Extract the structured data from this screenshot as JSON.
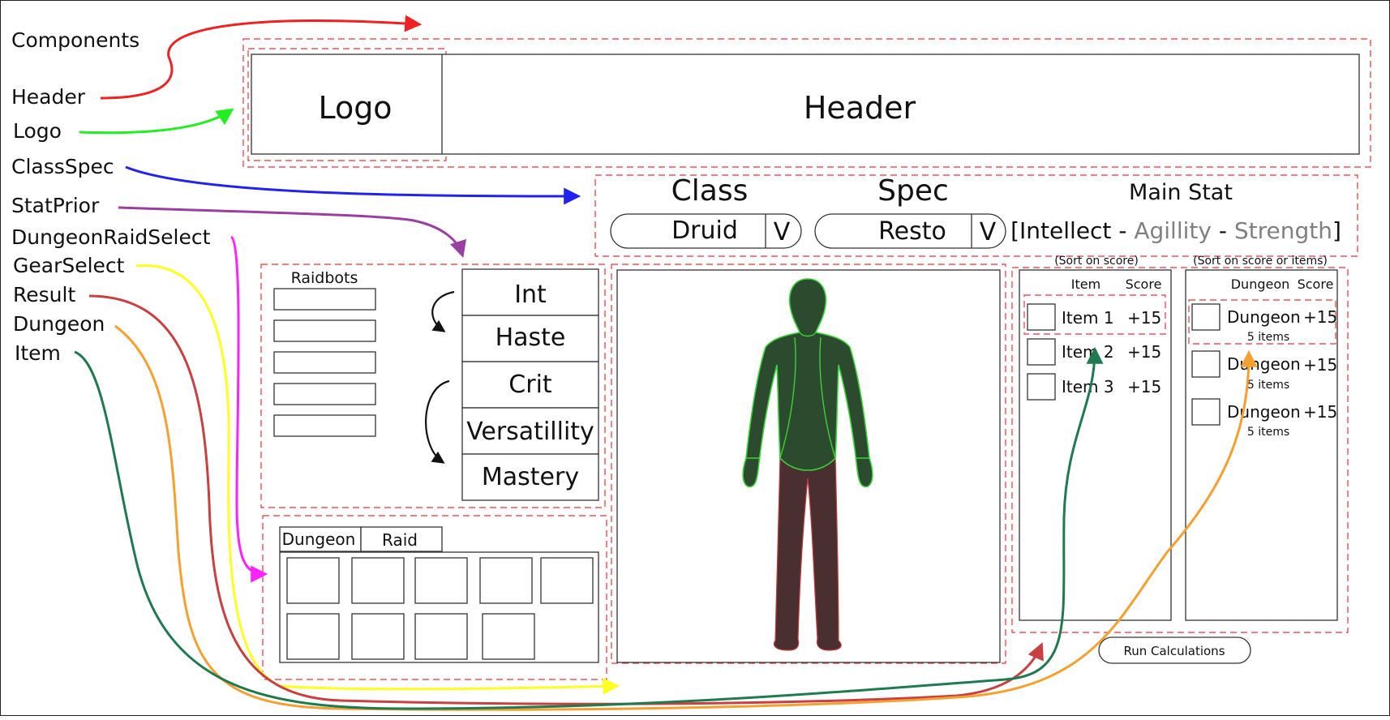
{
  "labels": {
    "components": "Components",
    "items": [
      {
        "text": "Header",
        "color": "#ee2222"
      },
      {
        "text": "Logo",
        "color": "#22ee22"
      },
      {
        "text": "ClassSpec",
        "color": "#2222ee"
      },
      {
        "text": "StatPrior",
        "color": "#9a3fa0"
      },
      {
        "text": "DungeonRaidSelect",
        "color": "#ff22ff"
      },
      {
        "text": "GearSelect",
        "color": "#ffff22"
      },
      {
        "text": "Result",
        "color": "#c84040"
      },
      {
        "text": "Dungeon",
        "color": "#f5a030"
      },
      {
        "text": "Item",
        "color": "#1f7a4f"
      }
    ]
  },
  "header": {
    "logo": "Logo",
    "title": "Header"
  },
  "class_spec": {
    "class_heading": "Class",
    "class_value": "Druid",
    "spec_heading": "Spec",
    "spec_value": "Resto",
    "dropdown_glyph": "V",
    "main_stat_heading": "Main Stat",
    "main_stat": {
      "open": "[",
      "primary": "Intellect",
      "sep": " - ",
      "second": "Agillity",
      "third": "Strength",
      "close": "]"
    }
  },
  "stat_priority": {
    "raidbots_label": "Raidbots",
    "stats": [
      "Int",
      "Haste",
      "Crit",
      "Versatillity",
      "Mastery"
    ]
  },
  "dungeon_raid": {
    "tabs": [
      "Dungeon",
      "Raid"
    ]
  },
  "item_result": {
    "sort_note": "(Sort on score)",
    "col_item": "Item",
    "col_score": "Score",
    "rows": [
      {
        "name": "Item 1",
        "score": "+15"
      },
      {
        "name": "Item 2",
        "score": "+15"
      },
      {
        "name": "Item 3",
        "score": "+15"
      }
    ]
  },
  "dungeon_result": {
    "sort_note": "(Sort on score or items)",
    "col_dungeon": "Dungeon",
    "col_score": "Score",
    "rows": [
      {
        "name": "Dungeon",
        "score": "+15",
        "sub": "5 items"
      },
      {
        "name": "Dungeon",
        "score": "+15",
        "sub": "5 items"
      },
      {
        "name": "Dungeon",
        "score": "+15",
        "sub": "5 items"
      }
    ]
  },
  "run_button": "Run Calculations",
  "colors": {
    "dashed_outline": "#e8343d",
    "body": "#2b4a2e",
    "legs": "#4a2f31"
  }
}
